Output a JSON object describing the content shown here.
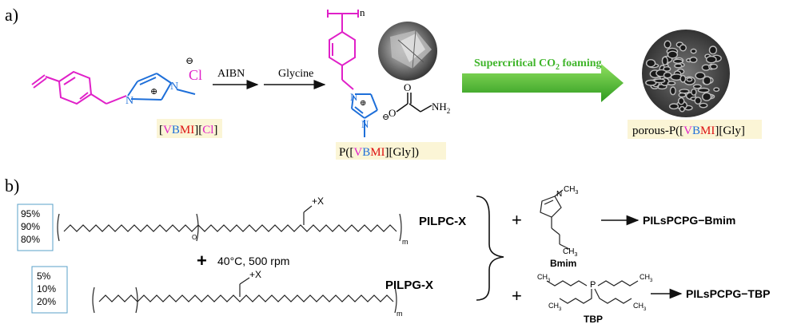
{
  "panel_a": {
    "label": "a)",
    "monomer_label": {
      "open": "[",
      "v": "V",
      "b": "B",
      "mi": "MI",
      "mid": "][",
      "cl": "Cl",
      "close": "]"
    },
    "chloride": "Cl",
    "n_atom": "N",
    "charge_minus": "⊖",
    "charge_plus": "⊕",
    "step1_reagent": "AIBN",
    "step2_reagent": "Glycine",
    "polymer_subscript": "n",
    "polymer_label": {
      "pre": "P([",
      "v": "V",
      "b": "B",
      "mi": "MI",
      "post": "][Gly])"
    },
    "glycinate_o": "O",
    "glycinate_nh2": "NH",
    "glycinate_nh2_sub": "2",
    "foaming_label": "Supercritical CO",
    "foaming_label_sub": "2",
    "foaming_label_tail": " foaming",
    "product_label": {
      "pre": "porous-P([",
      "v": "V",
      "b": "B",
      "mi": "MI",
      "post": "][Gly]"
    }
  },
  "panel_b": {
    "label": "b)",
    "pilpc_ratios": [
      "95%",
      "90%",
      "80%"
    ],
    "pilpg_ratios": [
      "5%",
      "10%",
      "20%"
    ],
    "pilpc_name": "PILPC-X",
    "pilpg_name": "PILPG-X",
    "conditions": "40°C, 500 rpm",
    "plus": "+",
    "counter_ion": "+X",
    "bmim_name": "Bmim",
    "tbp_name": "TBP",
    "product_bmim": "PILsPCPG−Bmim",
    "product_tbp": "PILsPCPG−TBP",
    "ch3": "CH",
    "ch3_sub": "3",
    "p_plus": "P",
    "n_plus": "N",
    "m_sub": "m"
  },
  "colors": {
    "magenta": "#e020c8",
    "blue": "#1e6fd9",
    "red": "#d11",
    "green": "#3fb52a",
    "label_bg": "#fbf5d6"
  }
}
